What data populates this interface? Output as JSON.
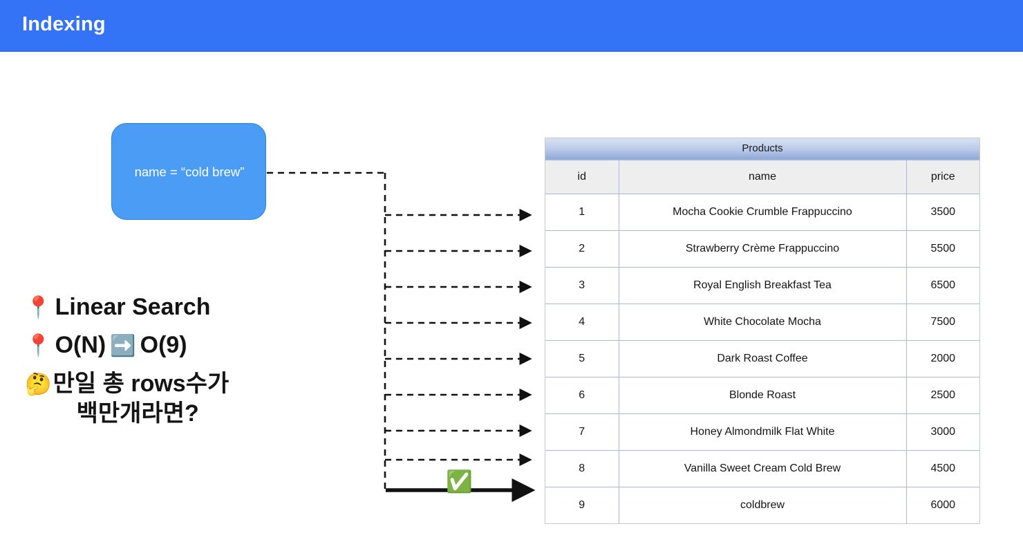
{
  "header": {
    "title": "Indexing",
    "bg_color": "#3573F6"
  },
  "query_box": {
    "label": "name = “cold brew”",
    "fill_color": "#4A9CF5"
  },
  "bullets": [
    {
      "icon": "📍",
      "icon_name": "pushpin-icon",
      "text": "Linear Search"
    },
    {
      "icon": "📍",
      "icon_name": "pushpin-icon",
      "text_before": "O(N)",
      "inline_icon": "➡️",
      "inline_icon_name": "right-arrow-icon",
      "text_after": "O(9)"
    },
    {
      "icon": "🤔",
      "icon_name": "thinking-face-icon",
      "line1": "만일 총 rows수가",
      "line2": "백만개라면?"
    }
  ],
  "diagram": {
    "match_icon": "✅",
    "match_icon_name": "check-mark-button-icon",
    "matched_row_id": 9,
    "arrow_count": 9
  },
  "table": {
    "title": "Products",
    "columns": [
      "id",
      "name",
      "price"
    ],
    "rows": [
      {
        "id": "1",
        "name": "Mocha Cookie Crumble Frappuccino",
        "price": "3500"
      },
      {
        "id": "2",
        "name": "Strawberry Crème Frappuccino",
        "price": "5500"
      },
      {
        "id": "3",
        "name": "Royal English Breakfast Tea",
        "price": "6500"
      },
      {
        "id": "4",
        "name": "White Chocolate Mocha",
        "price": "7500"
      },
      {
        "id": "5",
        "name": "Dark Roast Coffee",
        "price": "2000"
      },
      {
        "id": "6",
        "name": "Blonde Roast",
        "price": "2500"
      },
      {
        "id": "7",
        "name": "Honey Almondmilk Flat White",
        "price": "3000"
      },
      {
        "id": "8",
        "name": "Vanilla Sweet Cream Cold Brew",
        "price": "4500"
      },
      {
        "id": "9",
        "name": "coldbrew",
        "price": "6000"
      }
    ]
  }
}
